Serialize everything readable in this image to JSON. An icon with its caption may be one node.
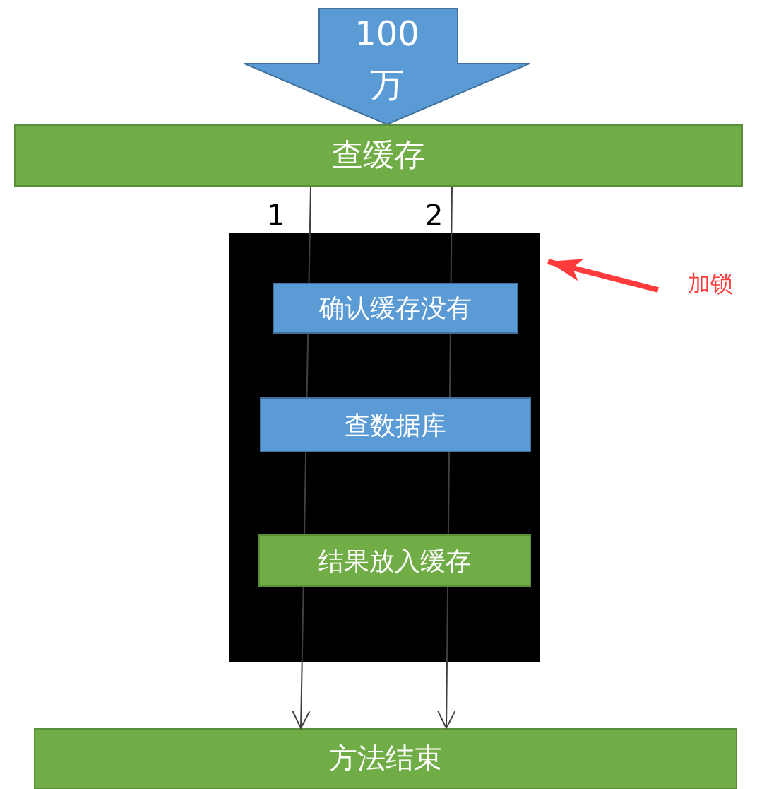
{
  "diagram": {
    "nodes": [
      {
        "text": [
          "100 万"
        ]
      },
      {
        "text": [
          "查缓存"
        ]
      },
      {
        "text": [],
        "shape": "box"
      },
      {
        "text": [
          "确认缓存没有"
        ],
        "in": 2
      },
      {
        "text": [
          "查数据库"
        ],
        "in": 2
      },
      {
        "text": [
          "结果放入缓存"
        ],
        "in": 2
      },
      {
        "text": [
          "方法结束"
        ]
      },
      {
        "text": [
          "加锁"
        ]
      }
    ],
    "edges": [
      {
        "from": 1,
        "to": 3,
        "arrow": "none",
        "label": "1"
      },
      {
        "from": 3,
        "to": 4,
        "arrow": "none"
      },
      {
        "from": 4,
        "to": 5,
        "arrow": "none"
      },
      {
        "from": 5,
        "to": 6,
        "arrow": "to"
      },
      {
        "from": 1,
        "to": 3,
        "arrow": "none",
        "label": "2"
      },
      {
        "from": 3,
        "to": 4,
        "arrow": "none"
      },
      {
        "from": 4,
        "to": 5,
        "arrow": "none"
      },
      {
        "from": 5,
        "to": 6,
        "arrow": "to"
      },
      {
        "from": 7,
        "to": 2,
        "arrow": "to",
        "style": "thick",
        "color": "#ff3b3b"
      }
    ]
  }
}
